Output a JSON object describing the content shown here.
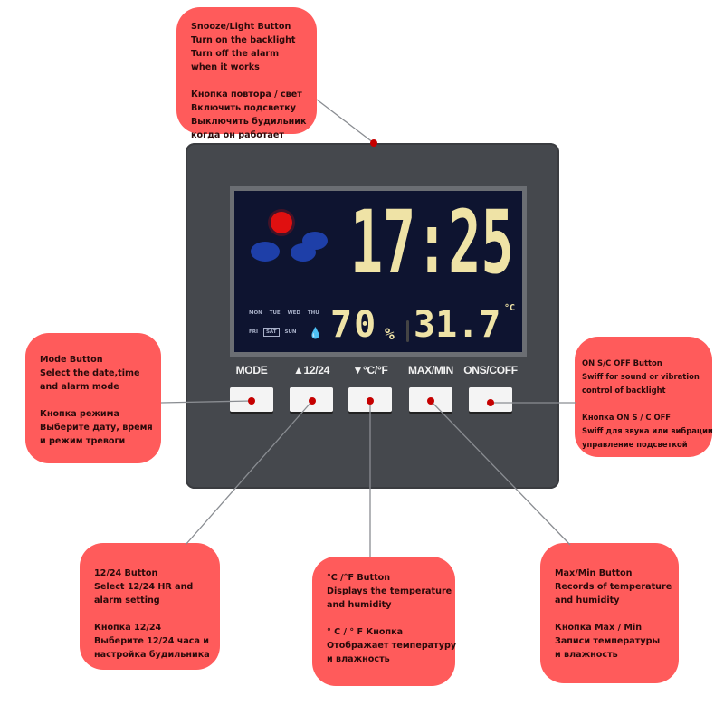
{
  "device": {
    "display": {
      "time": "17:25",
      "humidity": "70",
      "humidity_unit": "%",
      "temperature": "31.7",
      "temperature_unit": "°C",
      "days_row1": [
        "MON",
        "TUE",
        "WED",
        "THU"
      ],
      "days_row2": [
        "FRI",
        "SAT",
        "SUN"
      ],
      "selected_day": "SAT"
    },
    "buttons": [
      {
        "label": "MODE"
      },
      {
        "label": "▲12/24"
      },
      {
        "label": "▼°C/°F"
      },
      {
        "label": "MAX/MIN"
      },
      {
        "label": "ONS/COFF"
      }
    ]
  },
  "callouts": {
    "snooze": {
      "en": [
        "Snooze/Light Button",
        "Turn on the backlight",
        "Turn off the alarm",
        "when it works"
      ],
      "ru": [
        "Кнопка повтора / свет",
        "Включить подсветку",
        "Выключить будильник",
        "когда он работает"
      ]
    },
    "mode": {
      "en": [
        "Mode Button",
        "Select the date,time",
        "and alarm mode"
      ],
      "ru": [
        "Кнопка режима",
        "Выберите дату, время",
        "и режим тревоги"
      ]
    },
    "onoff": {
      "en": [
        "ON S/C OFF Button",
        "Swiff for sound or vibration",
        "control of backlight"
      ],
      "ru": [
        "Кнопка ON S / C OFF",
        "Swiff для звука или вибрации",
        "управление подсветкой"
      ]
    },
    "hr": {
      "en": [
        "12/24 Button",
        "Select 12/24 HR and",
        "alarm setting"
      ],
      "ru": [
        "Кнопка 12/24",
        "Выберите 12/24 часа и",
        "настройка будильника"
      ]
    },
    "temp": {
      "en": [
        "°C /°F Button",
        "Displays the temperature",
        "and humidity"
      ],
      "ru": [
        "° C / ° F Кнопка",
        "Отображает температуру",
        "и влажность"
      ]
    },
    "maxmin": {
      "en": [
        "Max/Min Button",
        "Records of temperature",
        "and humidity"
      ],
      "ru": [
        "Кнопка Max / Min",
        "Записи температуры",
        "и влажность"
      ]
    }
  },
  "colors": {
    "callout": "#ff5b5b",
    "device": "#45484d",
    "screen": "#0e1430",
    "segment": "#efe3a6",
    "pointer": "#c50000"
  }
}
